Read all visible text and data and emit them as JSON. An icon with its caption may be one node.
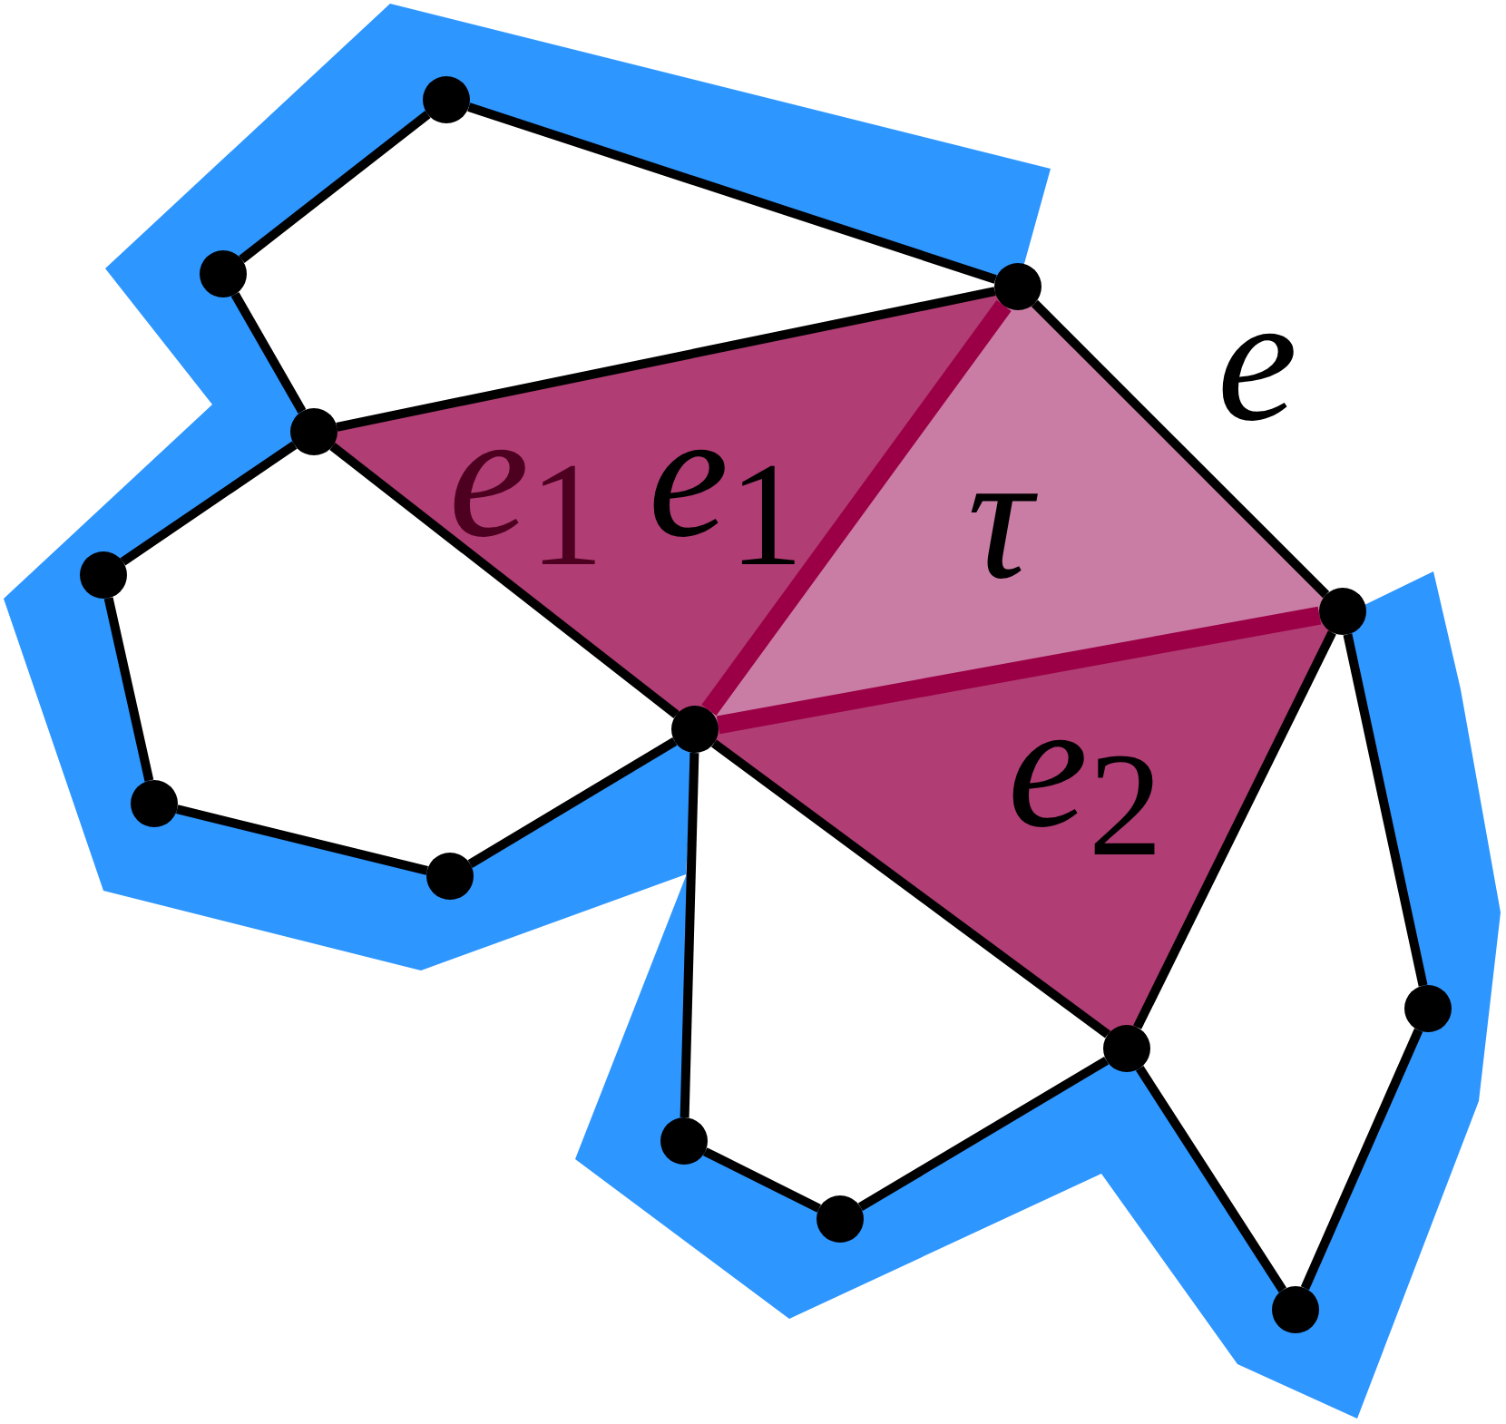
{
  "diagram": {
    "nodes": [
      {
        "text": [],
        "shape": "circle"
      },
      {
        "text": [],
        "shape": "circle"
      },
      {
        "text": [],
        "shape": "circle"
      },
      {
        "text": [],
        "shape": "circle"
      },
      {
        "text": [],
        "shape": "circle"
      },
      {
        "text": [],
        "shape": "circle"
      },
      {
        "text": [],
        "shape": "circle"
      },
      {
        "text": [],
        "shape": "circle"
      },
      {
        "text": [],
        "shape": "circle"
      },
      {
        "text": [],
        "shape": "circle"
      },
      {
        "text": [],
        "shape": "circle"
      },
      {
        "text": [],
        "shape": "circle"
      },
      {
        "text": [],
        "shape": "circle"
      },
      {
        "text": [],
        "shape": "circle"
      }
    ],
    "edges": [
      {
        "from": 0,
        "to": 1,
        "arrow": "none"
      },
      {
        "from": 0,
        "to": 2,
        "arrow": "none"
      },
      {
        "from": 1,
        "to": 3,
        "arrow": "none"
      },
      {
        "from": 3,
        "to": 2,
        "arrow": "none"
      },
      {
        "from": 3,
        "to": 4,
        "arrow": "none"
      },
      {
        "from": 3,
        "to": 6,
        "arrow": "none"
      },
      {
        "from": 4,
        "to": 7,
        "arrow": "none"
      },
      {
        "from": 7,
        "to": 8,
        "arrow": "none"
      },
      {
        "from": 8,
        "to": 6,
        "arrow": "none"
      },
      {
        "from": 6,
        "to": 2,
        "arrow": "none",
        "style": "thick",
        "color": "#9b0046"
      },
      {
        "from": 6,
        "to": 5,
        "arrow": "none",
        "style": "thick",
        "color": "#9b0046"
      },
      {
        "from": 2,
        "to": 5,
        "arrow": "none"
      },
      {
        "from": 6,
        "to": 10,
        "arrow": "none"
      },
      {
        "from": 5,
        "to": 10,
        "arrow": "none"
      },
      {
        "from": 6,
        "to": 11,
        "arrow": "none"
      },
      {
        "from": 11,
        "to": 12,
        "arrow": "none"
      },
      {
        "from": 12,
        "to": 10,
        "arrow": "none"
      },
      {
        "from": 10,
        "to": 13,
        "arrow": "none"
      },
      {
        "from": 13,
        "to": 9,
        "arrow": "none"
      },
      {
        "from": 9,
        "to": 5,
        "arrow": "none"
      }
    ],
    "labels": [
      "e",
      "e$_{1}$",
      "e$_{1}$",
      "τ",
      "e$_{2}$"
    ]
  }
}
